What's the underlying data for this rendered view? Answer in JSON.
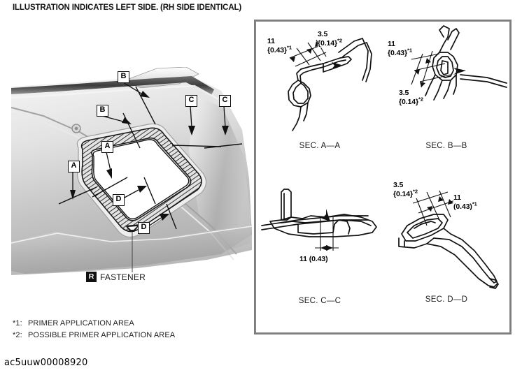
{
  "header": {
    "title": "ILLUSTRATION INDICATES LEFT SIDE. (RH SIDE IDENTICAL)"
  },
  "main_illustration": {
    "description": "Rear quarter panel with triangular quarter-window opening and weatherstrip",
    "callouts": [
      {
        "id": "A-outer",
        "label": "A"
      },
      {
        "id": "A-inner",
        "label": "A"
      },
      {
        "id": "B-outer",
        "label": "B"
      },
      {
        "id": "B-inner",
        "label": "B"
      },
      {
        "id": "C-inner",
        "label": "C"
      },
      {
        "id": "C-outer",
        "label": "C"
      },
      {
        "id": "D-inner",
        "label": "D"
      },
      {
        "id": "D-outer",
        "label": "D"
      }
    ],
    "legend": {
      "symbol": "R",
      "label": "FASTENER"
    }
  },
  "sections": [
    {
      "key": "a",
      "label": "SEC. A—A",
      "dims": [
        {
          "value": "11",
          "bracket": "{0.43}",
          "note": "*1"
        },
        {
          "value": "3.5",
          "bracket": "{0.14}",
          "note": "*2"
        }
      ]
    },
    {
      "key": "b",
      "label": "SEC. B—B",
      "dims": [
        {
          "value": "11",
          "bracket": "{0.43}",
          "note": "*1"
        },
        {
          "value": "3.5",
          "bracket": "{0.14}",
          "note": "*2"
        }
      ]
    },
    {
      "key": "c",
      "label": "SEC. C—C",
      "dims": [
        {
          "value": "11 (0.43)",
          "bracket": "",
          "note": ""
        }
      ]
    },
    {
      "key": "d",
      "label": "SEC. D—D",
      "dims": [
        {
          "value": "3.5",
          "bracket": "{0.14}",
          "note": "*2"
        },
        {
          "value": "11",
          "bracket": "(0.43)",
          "note": "*1"
        }
      ]
    }
  ],
  "section_dim_text": {
    "a1_top": "11",
    "a1_bot": "{0.43}",
    "a1_sup": "*1",
    "a2_top": "3.5",
    "a2_bot": "{0.14}",
    "a2_sup": "*2",
    "b1_top": "11",
    "b1_bot": "{0.43}",
    "b1_sup": "*1",
    "b2_top": "3.5",
    "b2_bot": "{0.14}",
    "b2_sup": "*2",
    "c1": "11 (0.43)",
    "d1_top": "3.5",
    "d1_bot": "{0.14}",
    "d1_sup": "*2",
    "d2_top": "11",
    "d2_bot": "(0.43)",
    "d2_sup": "*1"
  },
  "footnotes": {
    "rows": [
      {
        "mark": "*1:",
        "text": "PRIMER APPLICATION AREA"
      },
      {
        "mark": "*2:",
        "text": "POSSIBLE PRIMER APPLICATION AREA"
      }
    ]
  },
  "figure_id": "ac5uuw00008920",
  "colors": {
    "ink": "#111111",
    "panel_border": "#7d7d7d",
    "body_light": "#f2f2f2",
    "body_mid": "#c9c9c9",
    "body_dark": "#8d8d8d"
  }
}
